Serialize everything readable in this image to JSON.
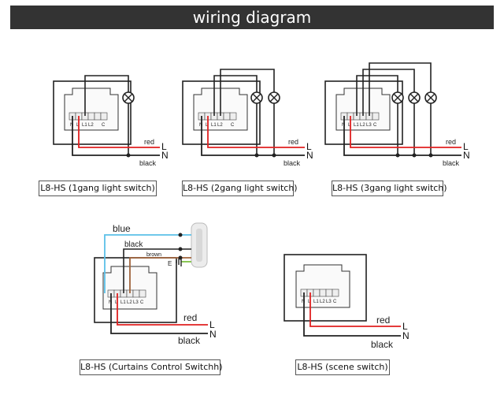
{
  "header": {
    "title": "wiring diagram"
  },
  "wire_labels": {
    "red": "red",
    "black": "black",
    "blue": "blue",
    "brown": "brown",
    "line": "L",
    "neutral": "N",
    "earth": "E"
  },
  "terminal_labels": {
    "neutral": "N",
    "live": "L",
    "l1": "L1",
    "l2": "L2",
    "l3": "L3",
    "common": "C"
  },
  "panels": [
    {
      "caption": "L8-HS (1gang light switch)"
    },
    {
      "caption": "L8-HS (2gang light switch)"
    },
    {
      "caption": "L8-HS (3gang light switch)"
    },
    {
      "caption": "L8-HS (Curtains Control Switchh)"
    },
    {
      "caption": "L8-HS (scene switch)"
    }
  ],
  "colors": {
    "banner": "#333333",
    "red": "#e02020",
    "black": "#222222",
    "blue": "#5bc0e8",
    "brown": "#a0643c",
    "earth": "#7dc142"
  }
}
